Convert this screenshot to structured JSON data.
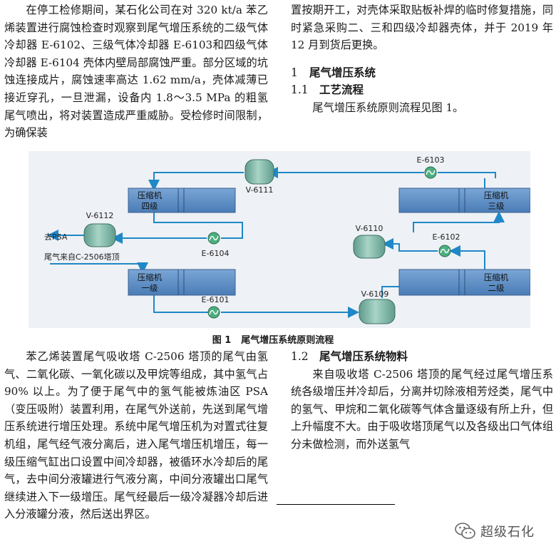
{
  "col_left_top": {
    "p1": "在停工检修期间，某石化公司在对 320 kt/a 苯乙烯装置进行腐蚀检查时观察到尾气增压系统的二级气体冷却器 E-6102、三级气体冷却器 E-6103和四级气体冷却器 E-6104 壳体内壁局部腐蚀严重。部分区域的坑蚀连接成片，腐蚀速率高达 1.62 mm/a，壳体减薄已接近穿孔，一旦泄漏，设备内 1.8～3.5 MPa 的粗氢尾气喷出，将对装置造成严重威胁。受检修时间限制，为确保装"
  },
  "col_right_top": {
    "p1": "置按期开工，对壳体采取贴板补焊的临时修复措施，同时紧急采购二、三和四级冷却器壳体，并于 2019 年 12 月到货后更换。",
    "h1_num": "1",
    "h1_text": "尾气增压系统",
    "h2_num": "1.1",
    "h2_text": "工艺流程",
    "p2": "尾气增压系统原则流程见图 1。"
  },
  "figure": {
    "comp4": [
      "压缩机",
      "四级"
    ],
    "comp3": [
      "压缩机",
      "三级"
    ],
    "comp1": [
      "压缩机",
      "一级"
    ],
    "comp2": [
      "压缩机",
      "二级"
    ],
    "v6111": "V-6111",
    "v6112": "V-6112",
    "v6110": "V-6110",
    "v6109": "V-6109",
    "e6103": "E-6103",
    "e6104": "E-6104",
    "e6102": "E-6102",
    "e6101": "E-6101",
    "to_psa": "去PSA",
    "tail_gas_in": "尾气来自C-2506塔顶"
  },
  "caption": {
    "num": "图 1",
    "text": "尾气增压系统原则流程"
  },
  "col_left_bottom": {
    "p1": "苯乙烯装置尾气吸收塔 C-2506 塔顶的尾气由氢气、二氧化碳、一氧化碳以及甲烷等组成，其中氢气占 90% 以上。为了便于尾气中的氢气能被炼油区 PSA（变压吸附）装置利用，在尾气外送前，先送到尾气增压系统进行增压处理。系统中尾气增压机为对置式往复机组，尾气经气液分离后，进入尾气增压机增压，每一级压缩气缸出口设置中间冷却器，被循环水冷却后的尾气，去中间分液罐进行气液分离，中间分液罐出口尾气继续进入下一级增压。尾气经最后一级冷凝器冷却后进入分液罐分液，然后送出界区。"
  },
  "col_right_bottom": {
    "h2_num": "1.2",
    "h2_text": "尾气增压系统物料",
    "p1": "来自吸收塔 C-2506 塔顶的尾气经过尾气增压系统各级增压并冷却后，分离并切除液相芳烃类，尾气中的氢气、甲烷和二氧化碳等气体含量逐级有所上升，但上升幅度不大。由于吸收塔顶尾气以及各级出口气体组分未做检测，而外送氢气"
  },
  "watermark": {
    "text": "超级石化",
    "icon": "wechat-icon"
  },
  "colors": {
    "pipe": "#1e88c8",
    "compressor_fill": "#5b8fc7",
    "vessel_fill": "#7fb8a8",
    "exchanger_fill": "#4caf80",
    "figure_bg": "#eef1f5"
  }
}
